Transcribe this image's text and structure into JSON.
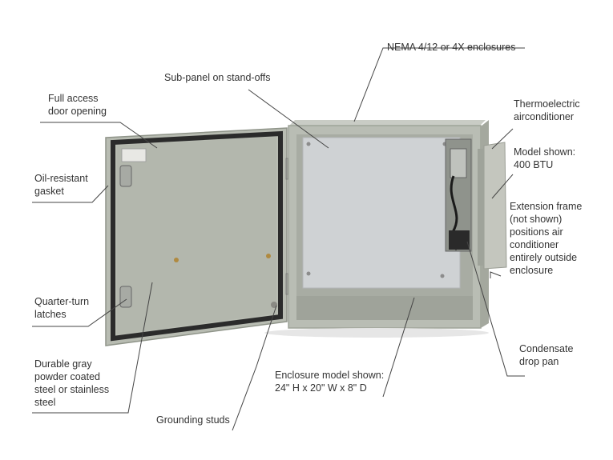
{
  "labels": {
    "full_access_door": "Full access\ndoor opening",
    "sub_panel": "Sub-panel on stand-offs",
    "nema": "NEMA 4/12 or 4X enclosures",
    "thermoelectric": "Thermoelectric\nairconditioner",
    "model_shown": "Model shown:\n400 BTU",
    "extension_frame": "Extension frame\n(not shown)\npositions air\nconditioner\nentirely outside\nenclosure",
    "oil_resistant_gasket": "Oil-resistant\ngasket",
    "quarter_turn_latches": "Quarter-turn\nlatches",
    "durable_gray": "Durable gray\npowder coated\nsteel or stainless\nsteel",
    "grounding_studs": "Grounding studs",
    "enclosure_model": "Enclosure model shown:\n24\" H x 20\" W x 8\" D",
    "condensate": "Condensate\ndrop pan"
  },
  "colors": {
    "enclosure": "#b9bdb4",
    "enclosure_dark": "#9ea398",
    "panel": "#cfd2d4",
    "gasket": "#2b2b2b",
    "line": "#444444",
    "text": "#333333"
  }
}
